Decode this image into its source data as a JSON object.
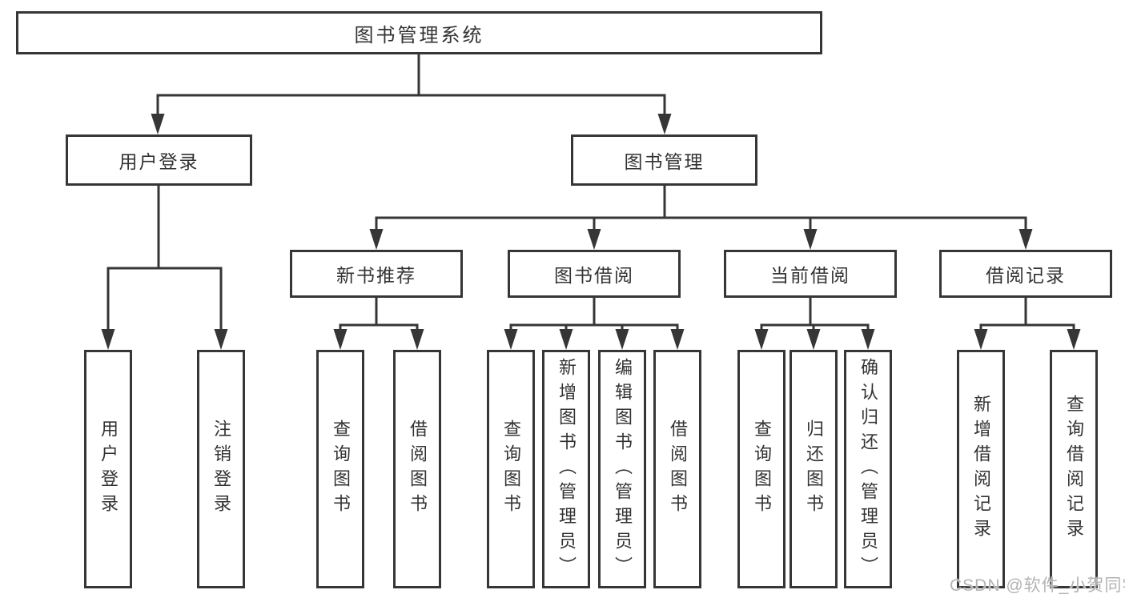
{
  "nodes": {
    "root": {
      "label": "图书管理系统"
    },
    "user_login": {
      "label": "用户登录"
    },
    "book_mgmt": {
      "label": "图书管理"
    },
    "new_book_rec": {
      "label": "新书推荐"
    },
    "book_borrow": {
      "label": "图书借阅"
    },
    "current_borrow": {
      "label": "当前借阅"
    },
    "borrow_record": {
      "label": "借阅记录"
    },
    "user_login_leaf": {
      "label": "用户登录"
    },
    "logout_leaf": {
      "label": "注销登录"
    },
    "rec_query_book": {
      "label": "查询图书"
    },
    "rec_borrow_book": {
      "label": "借阅图书"
    },
    "borrow_query_book": {
      "label": "查询图书"
    },
    "borrow_add_book": {
      "label": "新增图书（管理员）"
    },
    "borrow_edit_book": {
      "label": "编辑图书（管理员）"
    },
    "borrow_borrow_book": {
      "label": "借阅图书"
    },
    "current_query_book": {
      "label": "查询图书"
    },
    "current_return_book": {
      "label": "归还图书"
    },
    "current_confirm_return": {
      "label": "确认归还（管理员）"
    },
    "record_add": {
      "label": "新增借阅记录"
    },
    "record_query": {
      "label": "查询借阅记录"
    }
  },
  "watermark": {
    "text": "CSDN @软件_小贺同学"
  },
  "colors": {
    "line": "#363636",
    "text": "#333333",
    "canvas": "#ffffff",
    "watermark": "#b3b3b3"
  }
}
